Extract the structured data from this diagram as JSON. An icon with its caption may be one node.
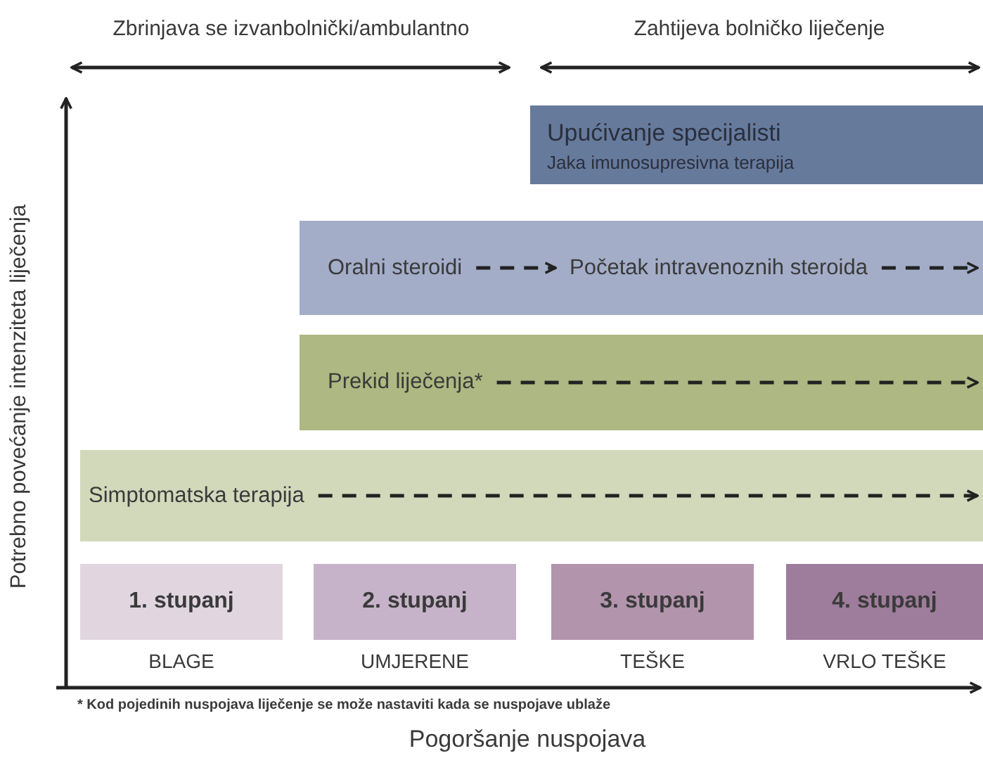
{
  "diagram": {
    "nodes": [
      {
        "text": [
          "Upućivanje specijalisti",
          "Jaka imunosupresivna terapija"
        ]
      },
      {
        "text": [],
        "shape": "box"
      },
      {
        "text": [
          "Oralni steroidi"
        ],
        "in": 1
      },
      {
        "text": [
          "Početak intravenoznih steroida"
        ],
        "in": 1
      },
      {
        "text": [],
        "shape": "box"
      },
      {
        "text": [
          "Prekid liječenja*"
        ],
        "in": 4
      },
      {
        "text": [],
        "shape": "box"
      },
      {
        "text": [
          "Simptomatska terapija"
        ],
        "in": 6
      },
      {
        "text": [
          "1. stupanj"
        ],
        "beside": [
          "BLAGE"
        ]
      },
      {
        "text": [
          "2. stupanj"
        ],
        "beside": [
          "UMJERENE"
        ]
      },
      {
        "text": [
          "3. stupanj"
        ],
        "beside": [
          "TEŠKE"
        ]
      },
      {
        "text": [
          "4. stupanj"
        ],
        "beside": [
          "VRLO TEŠKE"
        ]
      }
    ],
    "edges": [
      {
        "from": 2,
        "to": 3,
        "arrow": "to",
        "style": "dashed"
      },
      {
        "from": 3,
        "to": null,
        "arrow": "to",
        "style": "dashed"
      },
      {
        "from": 5,
        "to": null,
        "arrow": "to",
        "style": "dashed"
      },
      {
        "from": 7,
        "to": null,
        "arrow": "to",
        "style": "dashed"
      }
    ],
    "labels": [
      "Zbrinjava se izvanbolnički/ambulantno",
      "Zahtijeva bolničko liječenje",
      "Potrebno povećanje intenziteta liječenja",
      "* Kod pojedinih nuspojava liječenje se može nastaviti kada se nuspojave ublaže",
      "Pogoršanje nuspojava"
    ]
  }
}
